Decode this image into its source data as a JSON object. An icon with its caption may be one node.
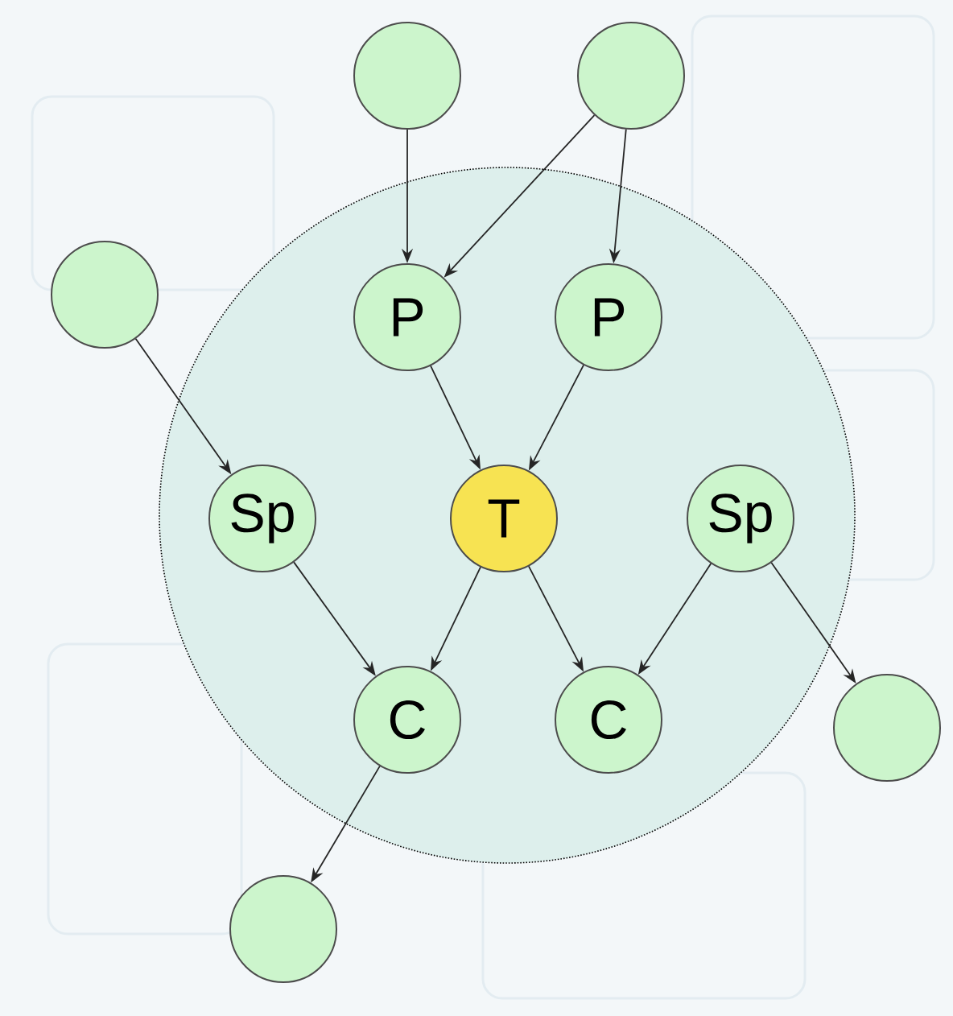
{
  "diagram": {
    "nodes": [
      {
        "text": [],
        "shape": "circle"
      },
      {
        "text": [],
        "shape": "circle"
      },
      {
        "text": [],
        "shape": "circle"
      },
      {
        "text": [],
        "shape": "circle"
      },
      {
        "text": [
          "P"
        ],
        "in": 0
      },
      {
        "text": [
          "P"
        ],
        "in": 0
      },
      {
        "text": [
          "Sp"
        ],
        "in": 0
      },
      {
        "text": [
          "T"
        ],
        "in": 0
      },
      {
        "text": [
          "Sp"
        ],
        "in": 0
      },
      {
        "text": [
          "C"
        ],
        "in": 0
      },
      {
        "text": [
          "C"
        ],
        "in": 0
      },
      {
        "text": [],
        "shape": "circle"
      },
      {
        "text": [],
        "shape": "circle"
      }
    ],
    "edges": [
      {
        "from": 1,
        "to": 4,
        "arrow": "to"
      },
      {
        "from": 2,
        "to": 4,
        "arrow": "to"
      },
      {
        "from": 2,
        "to": 5,
        "arrow": "to"
      },
      {
        "from": 3,
        "to": 6,
        "arrow": "to"
      },
      {
        "from": 4,
        "to": 7,
        "arrow": "to"
      },
      {
        "from": 5,
        "to": 7,
        "arrow": "to"
      },
      {
        "from": 7,
        "to": 9,
        "arrow": "to"
      },
      {
        "from": 7,
        "to": 10,
        "arrow": "to"
      },
      {
        "from": 6,
        "to": 9,
        "arrow": "to"
      },
      {
        "from": 8,
        "to": 10,
        "arrow": "to"
      },
      {
        "from": 8,
        "to": 11,
        "arrow": "to"
      },
      {
        "from": 9,
        "to": 12,
        "arrow": "to"
      }
    ]
  }
}
